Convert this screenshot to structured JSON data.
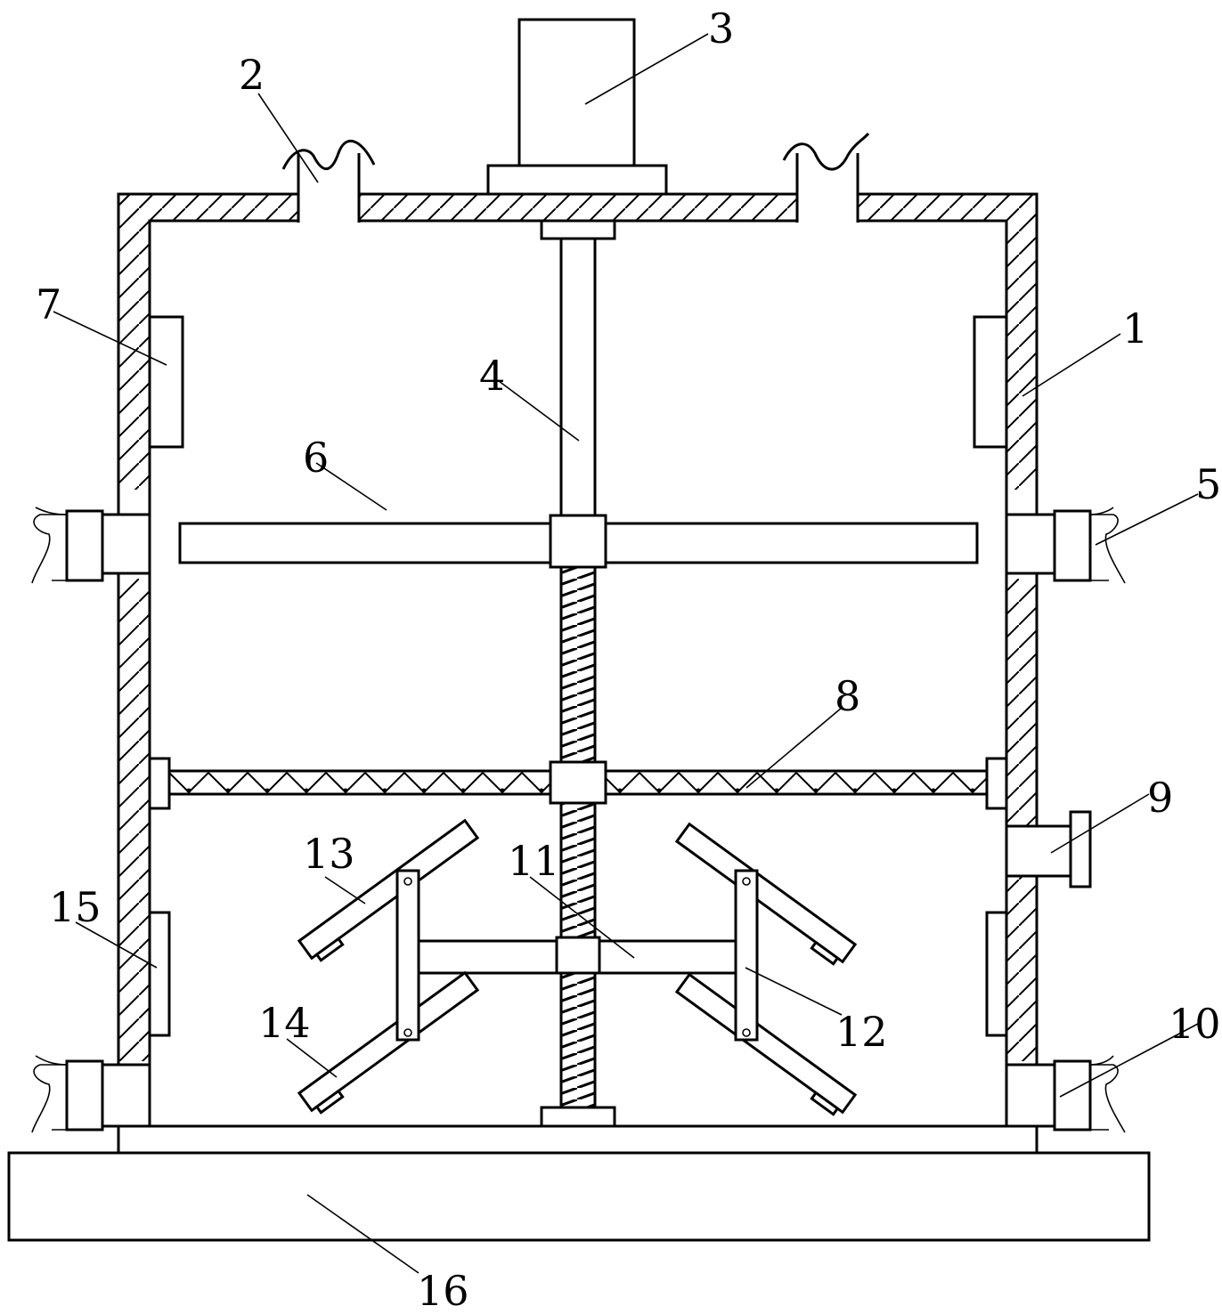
{
  "figure": {
    "labels": {
      "l1": "1",
      "l2": "2",
      "l3": "3",
      "l4": "4",
      "l5": "5",
      "l6": "6",
      "l7": "7",
      "l8": "8",
      "l9": "9",
      "l10": "10",
      "l11": "11",
      "l12": "12",
      "l13": "13",
      "l14": "14",
      "l15": "15",
      "l16": "16"
    }
  }
}
